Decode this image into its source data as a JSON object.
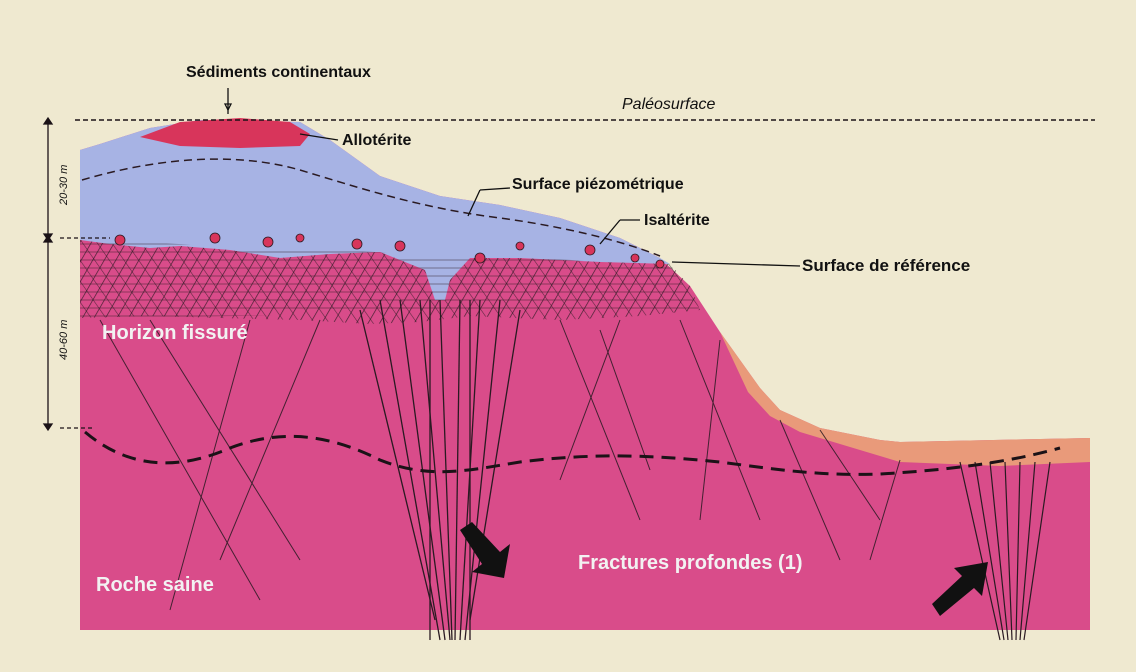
{
  "labels": {
    "sediments": "Sédiments continentaux",
    "paleosurface": "Paléosurface",
    "allotérite": "Allotérite",
    "piezometric": "Surface piézométrique",
    "isalterite": "Isaltérite",
    "reference": "Surface de référence",
    "horizon": "Horizon fissuré",
    "rock": "Roche saine",
    "fractures": "Fractures profondes (1)"
  },
  "scale": {
    "upper_range": "20-30 m",
    "lower_range": "40-60 m"
  },
  "colors": {
    "background": "#efe9d0",
    "bedrock": "#d94c8a",
    "isalterite": "#a7b3e4",
    "allotérite": "#d8355b",
    "sediment_band": "#e99a7a",
    "fracture_lines": "#2a1a22"
  }
}
